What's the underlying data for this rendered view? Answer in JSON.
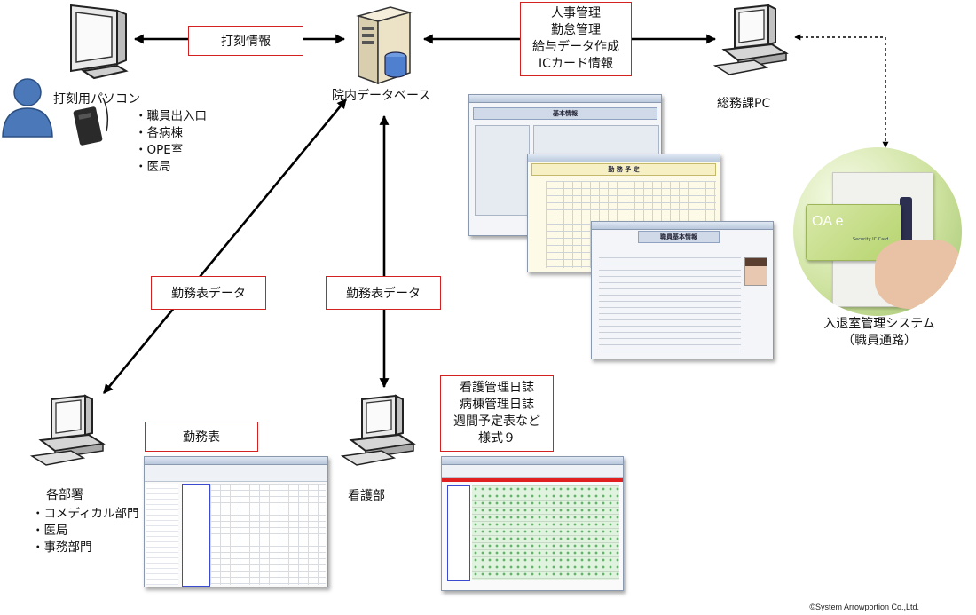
{
  "nodes": {
    "server": {
      "label": "院内データベース"
    },
    "time_pc": {
      "label": "打刻用パソコン",
      "items": [
        "・職員出入口",
        "・各病棟",
        "・OPE室",
        "・医局"
      ]
    },
    "general_pc": {
      "label": "総務課PC"
    },
    "access_system": {
      "lines": [
        "入退室管理システム",
        "（職員通路）"
      ]
    },
    "departments": {
      "label": "各部署",
      "items": [
        "・コメディカル部門",
        "・医局",
        "・事務部門"
      ]
    },
    "nursing": {
      "label": "看護部"
    }
  },
  "edges": {
    "timestamp": {
      "label": "打刻情報"
    },
    "general": {
      "lines": [
        "人事管理",
        "勤怠管理",
        "給与データ作成",
        "ICカード情報"
      ]
    },
    "shift_left": {
      "label": "勤務表データ"
    },
    "shift_center": {
      "label": "勤務表データ"
    }
  },
  "callouts": {
    "shift_table": {
      "label": "勤務表"
    },
    "nursing_docs": {
      "lines": [
        "看護管理日誌",
        "病棟管理日誌",
        "週間予定表など",
        "様式９"
      ]
    }
  },
  "screens": {
    "basic_info": {
      "title": "基本情報"
    },
    "shift_plan": {
      "title": "勤 務 予 定"
    },
    "staff_info": {
      "title": "職員基本情報"
    }
  },
  "card": {
    "brand": "OA e",
    "caption": "Security IC Card"
  },
  "copyright": "©System Arrowportion Co.,Ltd.",
  "colors": {
    "callout_border": "#d32020",
    "arrow": "#000000",
    "person": "#4a78b8"
  }
}
